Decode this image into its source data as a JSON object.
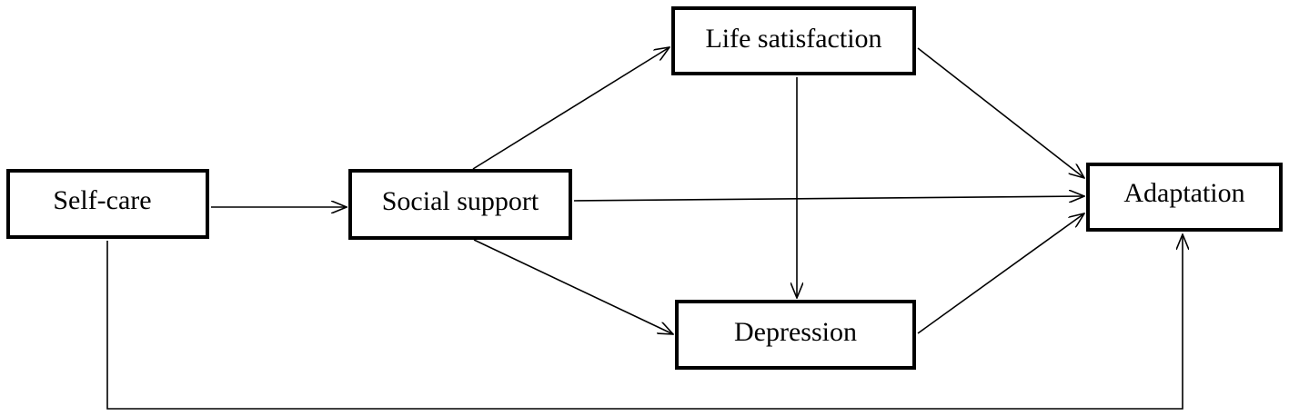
{
  "nodes": {
    "self_care": "Self-care",
    "social_support": "Social support",
    "life_satisfaction": "Life satisfaction",
    "depression": "Depression",
    "adaptation": "Adaptation"
  },
  "edges": [
    {
      "from": "Self-care",
      "to": "Social support"
    },
    {
      "from": "Social support",
      "to": "Life satisfaction"
    },
    {
      "from": "Social support",
      "to": "Adaptation"
    },
    {
      "from": "Social support",
      "to": "Depression"
    },
    {
      "from": "Life satisfaction",
      "to": "Depression"
    },
    {
      "from": "Life satisfaction",
      "to": "Adaptation"
    },
    {
      "from": "Depression",
      "to": "Adaptation"
    },
    {
      "from": "Self-care",
      "to": "Adaptation"
    }
  ],
  "style": {
    "stroke_color": "#000000",
    "background_color": "#ffffff"
  }
}
